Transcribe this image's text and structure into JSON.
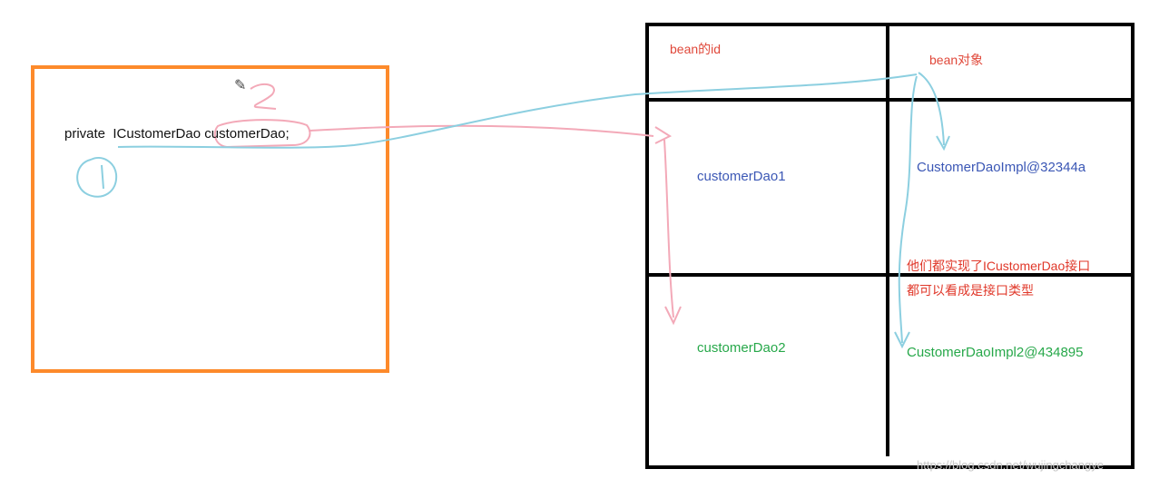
{
  "code": {
    "keyword": "private",
    "type_name": "ICustomerDao",
    "field_name": "customerDao;"
  },
  "annotations": {
    "marker_1": "1",
    "marker_2": "2"
  },
  "table": {
    "header_id": "bean的id",
    "header_object": "bean对象",
    "rows": [
      {
        "id": "customerDao1",
        "object": "CustomerDaoImpl@32344a"
      },
      {
        "id": "customerDao2",
        "object": "CustomerDaoImpl2@434895"
      }
    ],
    "note_line1": "他们都实现了ICustomerDao接口",
    "note_line2": "都可以看成是接口类型"
  },
  "watermark": "https://blog.csdn.net/wujingchangye",
  "colors": {
    "orange_box": "#fd8a2b",
    "table_border": "#000000",
    "blue_stroke": "#8ccfe0",
    "pink_stroke": "#f3a9b8",
    "red_text": "#e0483a",
    "blue_text": "#3b57b5",
    "green_text": "#27a84a"
  },
  "icons": [
    "pencil-icon"
  ]
}
